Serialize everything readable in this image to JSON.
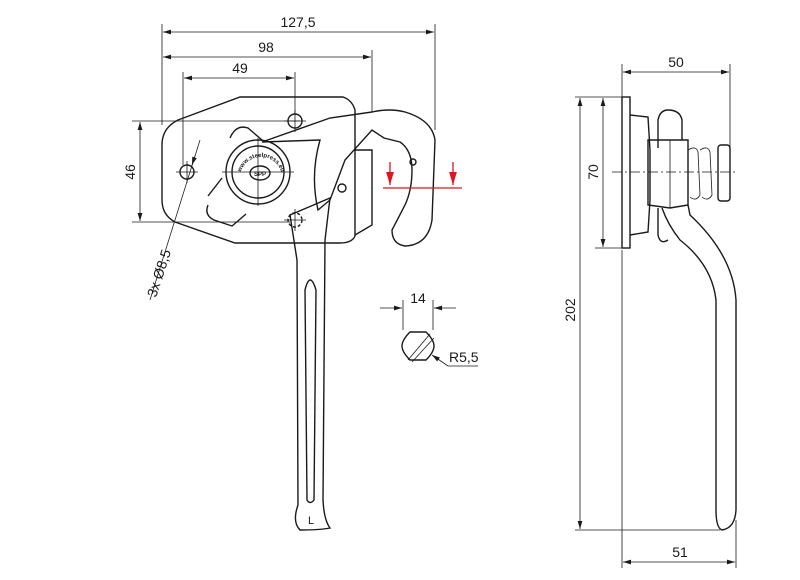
{
  "dimensions": {
    "overall_width": "127,5",
    "plate_width": "98",
    "hole_spacing_h": "49",
    "hole_spacing_v": "46",
    "hole_diameter": "3x Ø8,5",
    "section_width": "14",
    "section_radius": "R5,5",
    "side_depth": "50",
    "plate_height": "70",
    "total_height": "202",
    "bottom_depth": "51"
  },
  "markings": {
    "handle_letter": "L",
    "logo_url": "www.steelpress.eu",
    "logo_initials": "SPP"
  },
  "colors": {
    "line": "#1a1a1a",
    "section_marker": "#e0141e"
  }
}
